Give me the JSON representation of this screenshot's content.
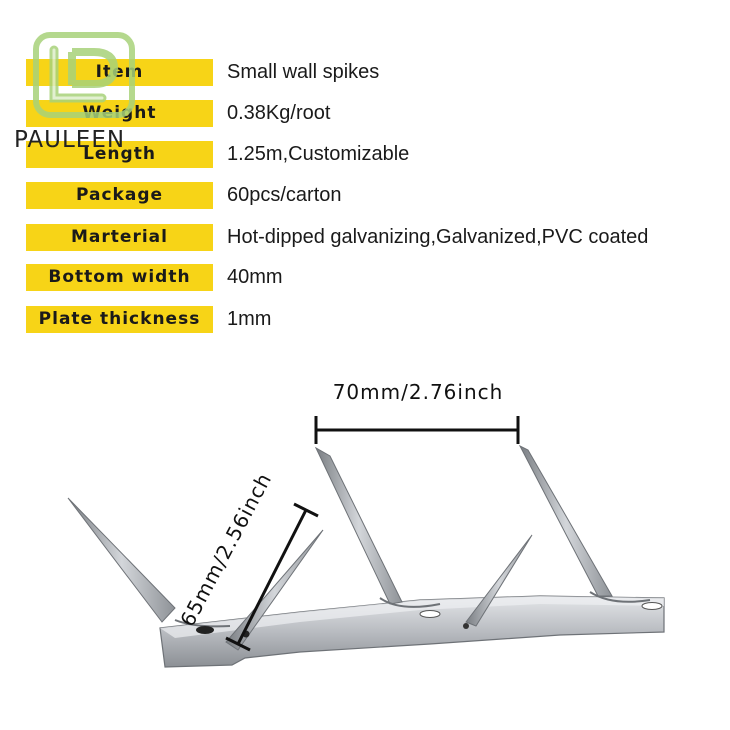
{
  "brand": {
    "name": "PAULEEN",
    "logo_colors": {
      "outer": "#a8d27a",
      "inner": "#f3f9ec"
    }
  },
  "specs": [
    {
      "label": "Item",
      "value": "Small wall spikes"
    },
    {
      "label": "Weight",
      "value": "0.38Kg/root"
    },
    {
      "label": "Length",
      "value": "1.25m,Customizable"
    },
    {
      "label": "Package",
      "value": "60pcs/carton"
    },
    {
      "label": "Marterial",
      "value": "Hot-dipped galvanizing,Galvanized,PVC coated"
    },
    {
      "label": "Bottom width",
      "value": "40mm"
    },
    {
      "label": "Plate thickness",
      "value": "1mm"
    }
  ],
  "dimensions": {
    "spike_spacing": "70mm/2.76inch",
    "spike_height": "65mm/2.56inch"
  },
  "colors": {
    "label_bg": "#f7d417",
    "metal": "#b9bcc1",
    "metal_dark": "#6e7277"
  }
}
